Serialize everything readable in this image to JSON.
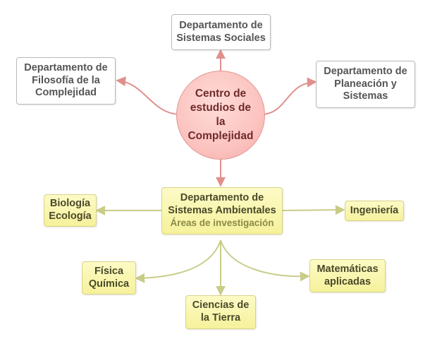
{
  "diagram": {
    "center": {
      "lines": [
        "Centro de",
        "estudios de",
        "la",
        "Complejidad"
      ]
    },
    "departments": {
      "sistemas_sociales": {
        "lines": [
          "Departamento de",
          "Sistemas Sociales"
        ]
      },
      "filosofia": {
        "lines": [
          "Departamento de",
          "Filosofía de la",
          "Complejidad"
        ]
      },
      "planeacion": {
        "lines": [
          "Departamento de",
          "Planeación y",
          "Sistemas"
        ]
      },
      "ambientales": {
        "lines": [
          "Departamento de",
          "Sistemas Ambientales"
        ],
        "subtitle": "Áreas de investigación"
      }
    },
    "research_areas": {
      "biologia": {
        "lines": [
          "Biología",
          "Ecología"
        ]
      },
      "ingenieria": {
        "lines": [
          "Ingeniería"
        ]
      },
      "fisica": {
        "lines": [
          "Física",
          "Química"
        ]
      },
      "ciencias_tierra": {
        "lines": [
          "Ciencias de",
          "la Tierra"
        ]
      },
      "matematicas": {
        "lines": [
          "Matemáticas",
          "aplicadas"
        ]
      }
    }
  },
  "colors": {
    "red_connector": "#e0908c",
    "olive_connector": "#c9cc88",
    "circle_fill": "#fbc1bd",
    "yellow_fill": "#f9f5b0"
  }
}
